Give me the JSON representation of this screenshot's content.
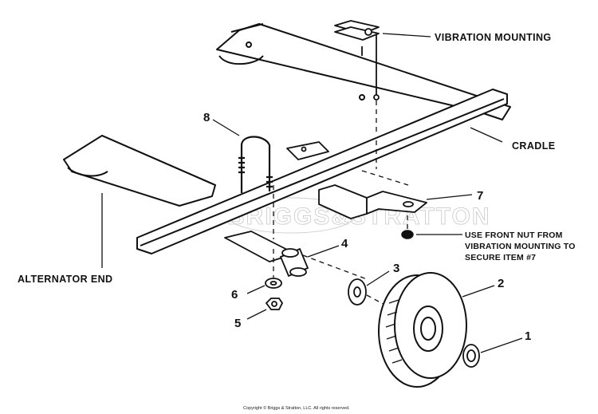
{
  "diagram": {
    "callouts": {
      "vibration_mounting": "VIBRATION MOUNTING",
      "cradle": "CRADLE",
      "alternator_end": "ALTERNATOR END",
      "note_line1": "USE FRONT NUT FROM",
      "note_line2": "VIBRATION MOUNTING TO",
      "note_line3": "SECURE ITEM  #7"
    },
    "item_numbers": {
      "n1": "1",
      "n2": "2",
      "n3": "3",
      "n4": "4",
      "n5": "5",
      "n6": "6",
      "n7": "7",
      "n8": "8"
    },
    "watermark": "BRIGGS&STRATTON",
    "copyright": "Copyright © Briggs & Stratton, LLC. All rights reserved."
  }
}
